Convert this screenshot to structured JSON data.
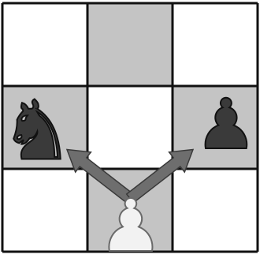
{
  "board": {
    "rows": 3,
    "cols": 3,
    "colors": {
      "light": "#ffffff",
      "dark": "#c4c4c4",
      "line": "#111111"
    },
    "dark_squares": [
      [
        0,
        1
      ],
      [
        1,
        0
      ],
      [
        1,
        2
      ],
      [
        2,
        1
      ]
    ]
  },
  "pieces": [
    {
      "name": "black-knight",
      "row": 1,
      "col": 0,
      "glyph": "♞",
      "color": "#3a3a3a",
      "outline": "#111111"
    },
    {
      "name": "black-pawn",
      "row": 1,
      "col": 2,
      "glyph": "♟",
      "color": "#3a3a3a",
      "outline": "#111111"
    },
    {
      "name": "white-pawn",
      "row": 2,
      "col": 1,
      "glyph": "♟",
      "color": "#f2f2f2",
      "outline": "#6a6a6a"
    }
  ],
  "moves": [
    {
      "name": "capture-arrow-left",
      "from": [
        2,
        1
      ],
      "to": [
        1,
        0
      ],
      "color": "#6e6e6e"
    },
    {
      "name": "capture-arrow-right",
      "from": [
        2,
        1
      ],
      "to": [
        1,
        2
      ],
      "color": "#6e6e6e"
    }
  ]
}
